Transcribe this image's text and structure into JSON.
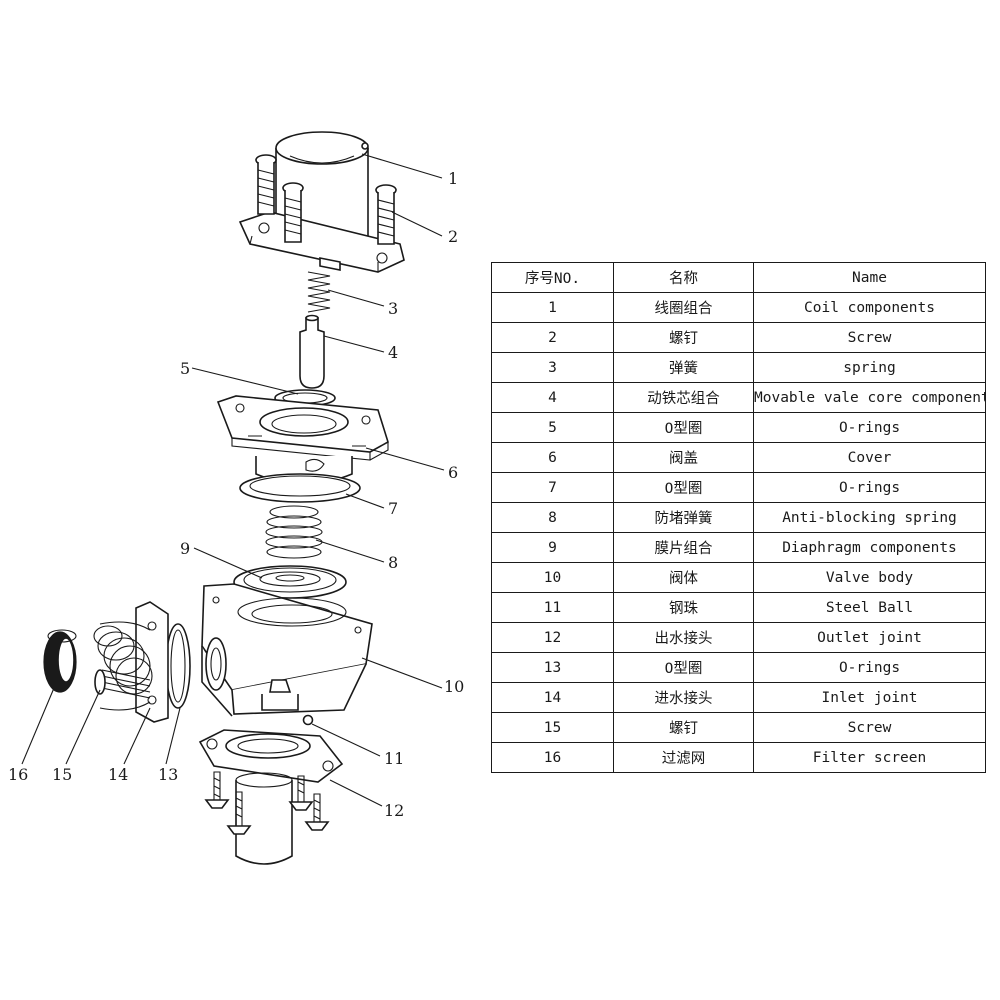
{
  "callouts": [
    "1",
    "2",
    "3",
    "4",
    "5",
    "6",
    "7",
    "8",
    "9",
    "10",
    "11",
    "12",
    "13",
    "14",
    "15",
    "16"
  ],
  "table": {
    "headers": [
      "序号NO.",
      "名称",
      "Name"
    ],
    "rows": [
      [
        "1",
        "线圈组合",
        "Coil components"
      ],
      [
        "2",
        "螺钉",
        "Screw"
      ],
      [
        "3",
        "弹簧",
        "spring"
      ],
      [
        "4",
        "动铁芯组合",
        "Movable vale core components"
      ],
      [
        "5",
        "O型圈",
        "O-rings"
      ],
      [
        "6",
        "阀盖",
        "Cover"
      ],
      [
        "7",
        "O型圈",
        "O-rings"
      ],
      [
        "8",
        "防堵弹簧",
        "Anti-blocking spring"
      ],
      [
        "9",
        "膜片组合",
        "Diaphragm components"
      ],
      [
        "10",
        "阀体",
        "Valve body"
      ],
      [
        "11",
        "钢珠",
        "Steel Ball"
      ],
      [
        "12",
        "出水接头",
        "Outlet joint"
      ],
      [
        "13",
        "O型圈",
        "O-rings"
      ],
      [
        "14",
        "进水接头",
        "Inlet joint"
      ],
      [
        "15",
        "螺钉",
        "Screw"
      ],
      [
        "16",
        "过滤网",
        "Filter screen"
      ]
    ]
  }
}
